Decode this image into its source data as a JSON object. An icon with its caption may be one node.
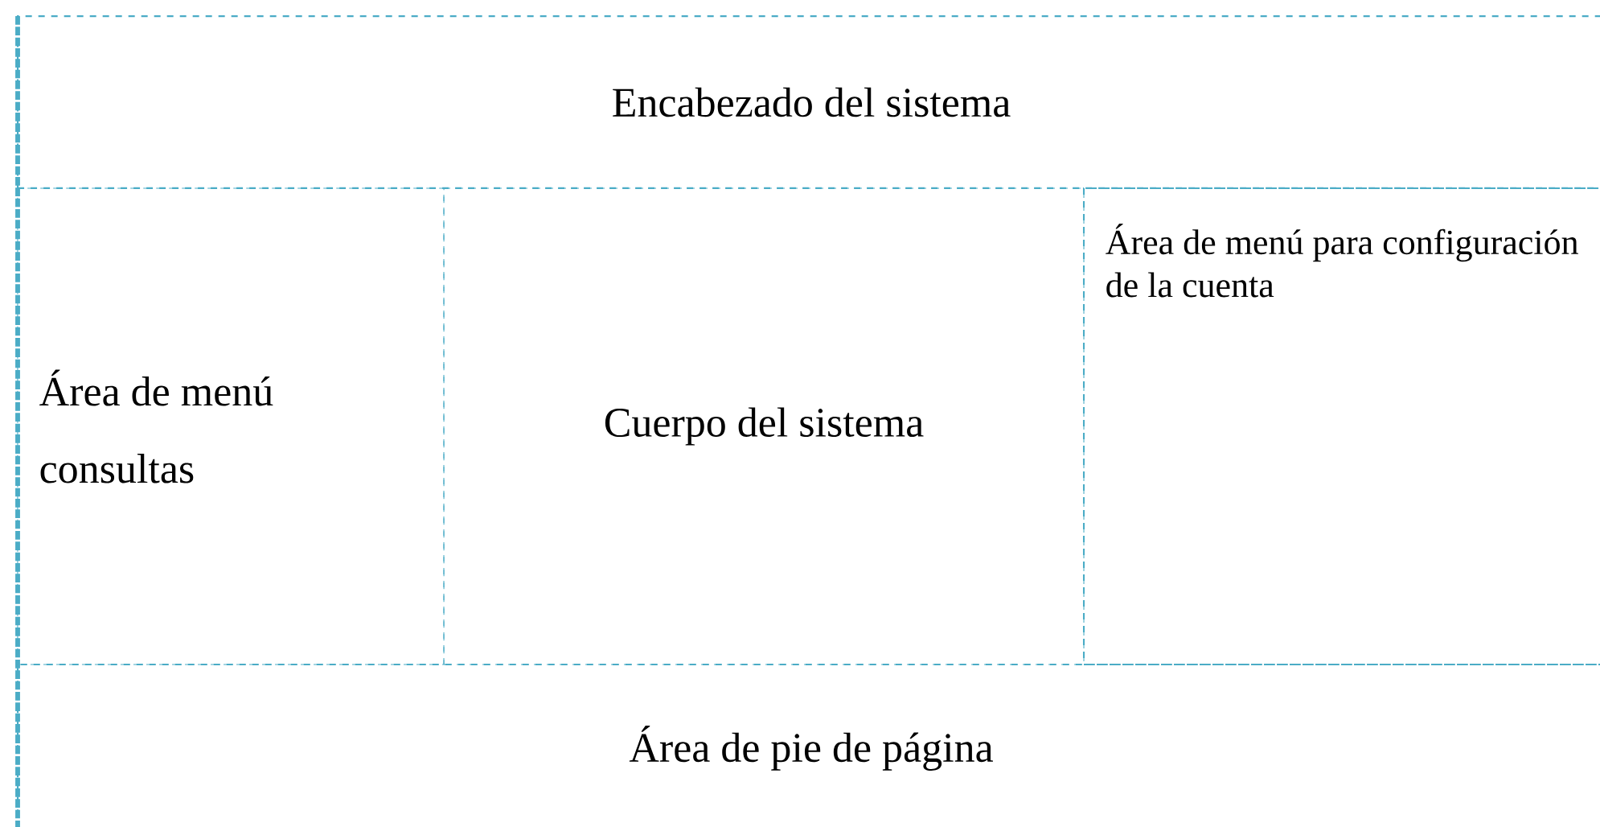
{
  "diagram": {
    "nodes": [
      {
        "text": [
          "Encabezado del sistema"
        ]
      },
      {
        "text": [
          "Área de menú consultas"
        ]
      },
      {
        "text": [
          "Cuerpo del sistema"
        ]
      },
      {
        "text": [
          "Área de menú para configuración de la cuenta"
        ]
      },
      {
        "text": [
          "Área de pie de página"
        ]
      }
    ]
  }
}
